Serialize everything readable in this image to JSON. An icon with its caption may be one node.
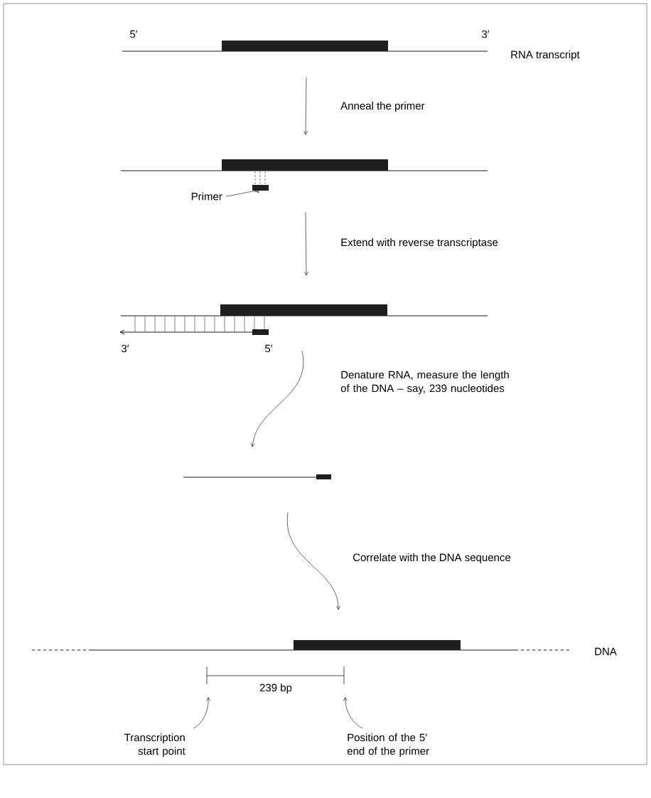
{
  "diagram": {
    "nodes": [
      {
        "text": [],
        "shape": "picture",
        "beside": [
          "5′",
          "3′",
          "RNA transcript"
        ]
      },
      {
        "text": [],
        "shape": "picture"
      },
      {
        "text": [],
        "shape": "bar"
      },
      {
        "text": [
          "Primer"
        ]
      },
      {
        "text": [],
        "shape": "picture",
        "beside": [
          "3′",
          "5′"
        ]
      },
      {
        "text": [],
        "shape": "picture"
      },
      {
        "text": [],
        "shape": "picture",
        "beside": [
          "DNA"
        ]
      },
      {
        "text": [
          "Transcription start point"
        ]
      },
      {
        "text": [
          "Position of the 5′ end of the primer"
        ]
      }
    ],
    "edges": [
      {
        "from": 0,
        "to": 1,
        "arrow": "to",
        "label": "Anneal the primer"
      },
      {
        "from": 1,
        "to": 4,
        "arrow": "to",
        "label": "Extend with reverse transcriptase"
      },
      {
        "from": 4,
        "to": 5,
        "arrow": "to",
        "label": "Denature RNA, measure the length of the DNA – say, 239 nucleotides"
      },
      {
        "from": 5,
        "to": 6,
        "arrow": "to",
        "label": "Correlate with the DNA sequence"
      },
      {
        "from": 3,
        "to": 2,
        "arrow": "to"
      },
      {
        "from": 7,
        "to": null,
        "arrow": "to"
      },
      {
        "from": 8,
        "to": null,
        "arrow": "to"
      }
    ],
    "labels": [
      "239 bp"
    ]
  }
}
